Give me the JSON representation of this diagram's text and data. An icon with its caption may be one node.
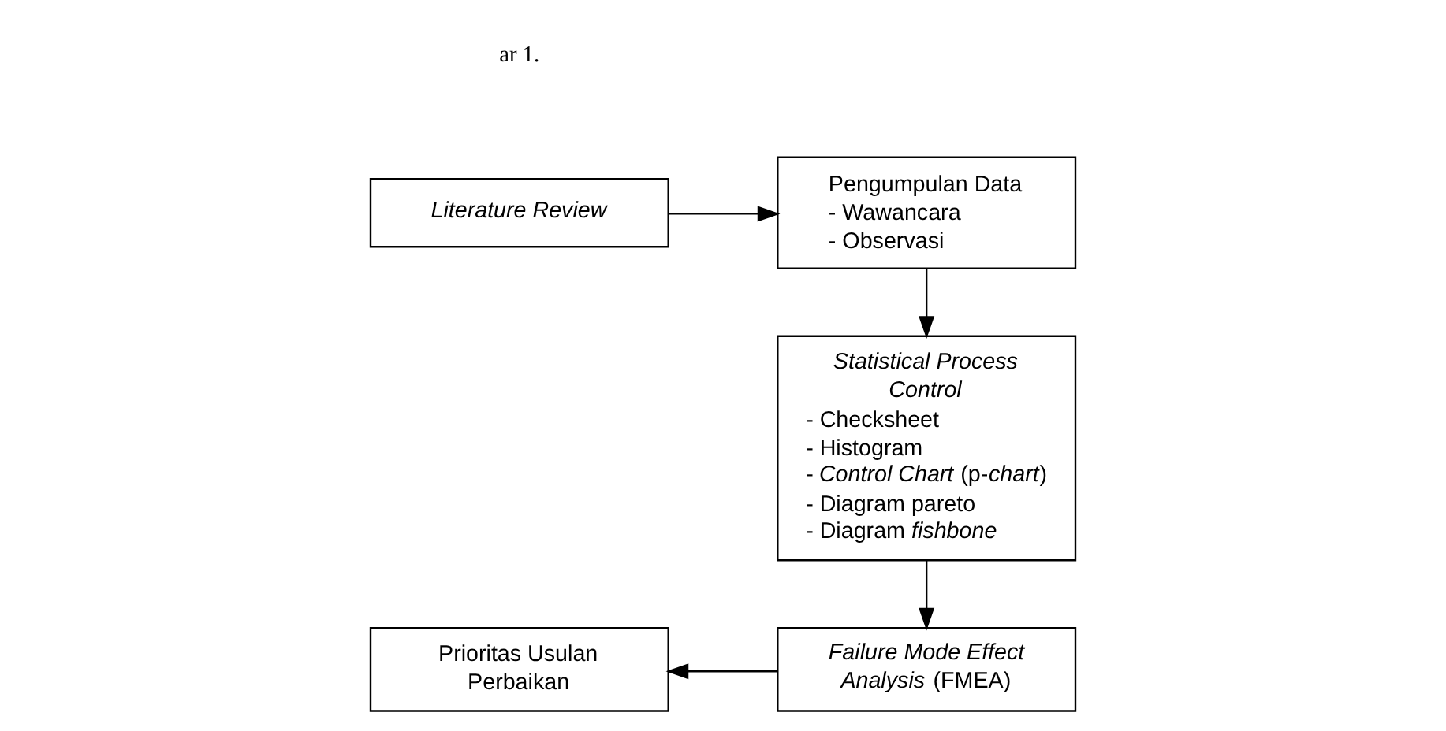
{
  "diagram": {
    "nodes": [
      {
        "text": [
          "Literature Review"
        ]
      },
      {
        "text": [
          "Pengumpulan Data",
          "- Wawancara",
          "- Observasi"
        ]
      },
      {
        "text": [
          "Statistical Process Control",
          "- Checksheet",
          "- Histogram",
          "- *Control Chart* (p-*chart*)",
          "- Diagram pareto",
          "- Diagram *fishbone*"
        ]
      },
      {
        "text": [
          "*Failure Mode Effect Analysis* (FMEA)"
        ]
      },
      {
        "text": [
          "Prioritas Usulan Perbaikan"
        ]
      }
    ],
    "edges": [
      {
        "from": 0,
        "to": 1,
        "arrow": "to"
      },
      {
        "from": 1,
        "to": 2,
        "arrow": "to"
      },
      {
        "from": 2,
        "to": 3,
        "arrow": "to"
      },
      {
        "from": 3,
        "to": 4,
        "arrow": "to"
      }
    ],
    "labels": [
      "ar 1."
    ]
  }
}
